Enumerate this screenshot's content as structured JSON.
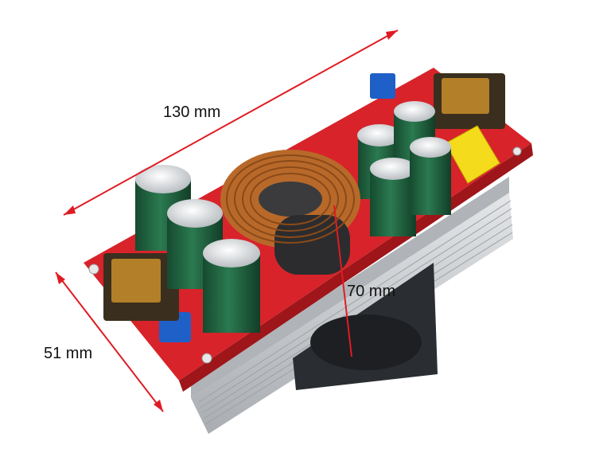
{
  "image": {
    "subject": "DC-DC boost converter module",
    "colors": {
      "pcb": "#d8232a",
      "heatsink": "#c9cccf",
      "capacitor": "#1f5a3a",
      "coil": "#b8692a",
      "measure_line": "#e01b22"
    }
  },
  "dimensions": {
    "length_label": "130 mm",
    "height_label": "70 mm",
    "width_label": "51 mm"
  }
}
